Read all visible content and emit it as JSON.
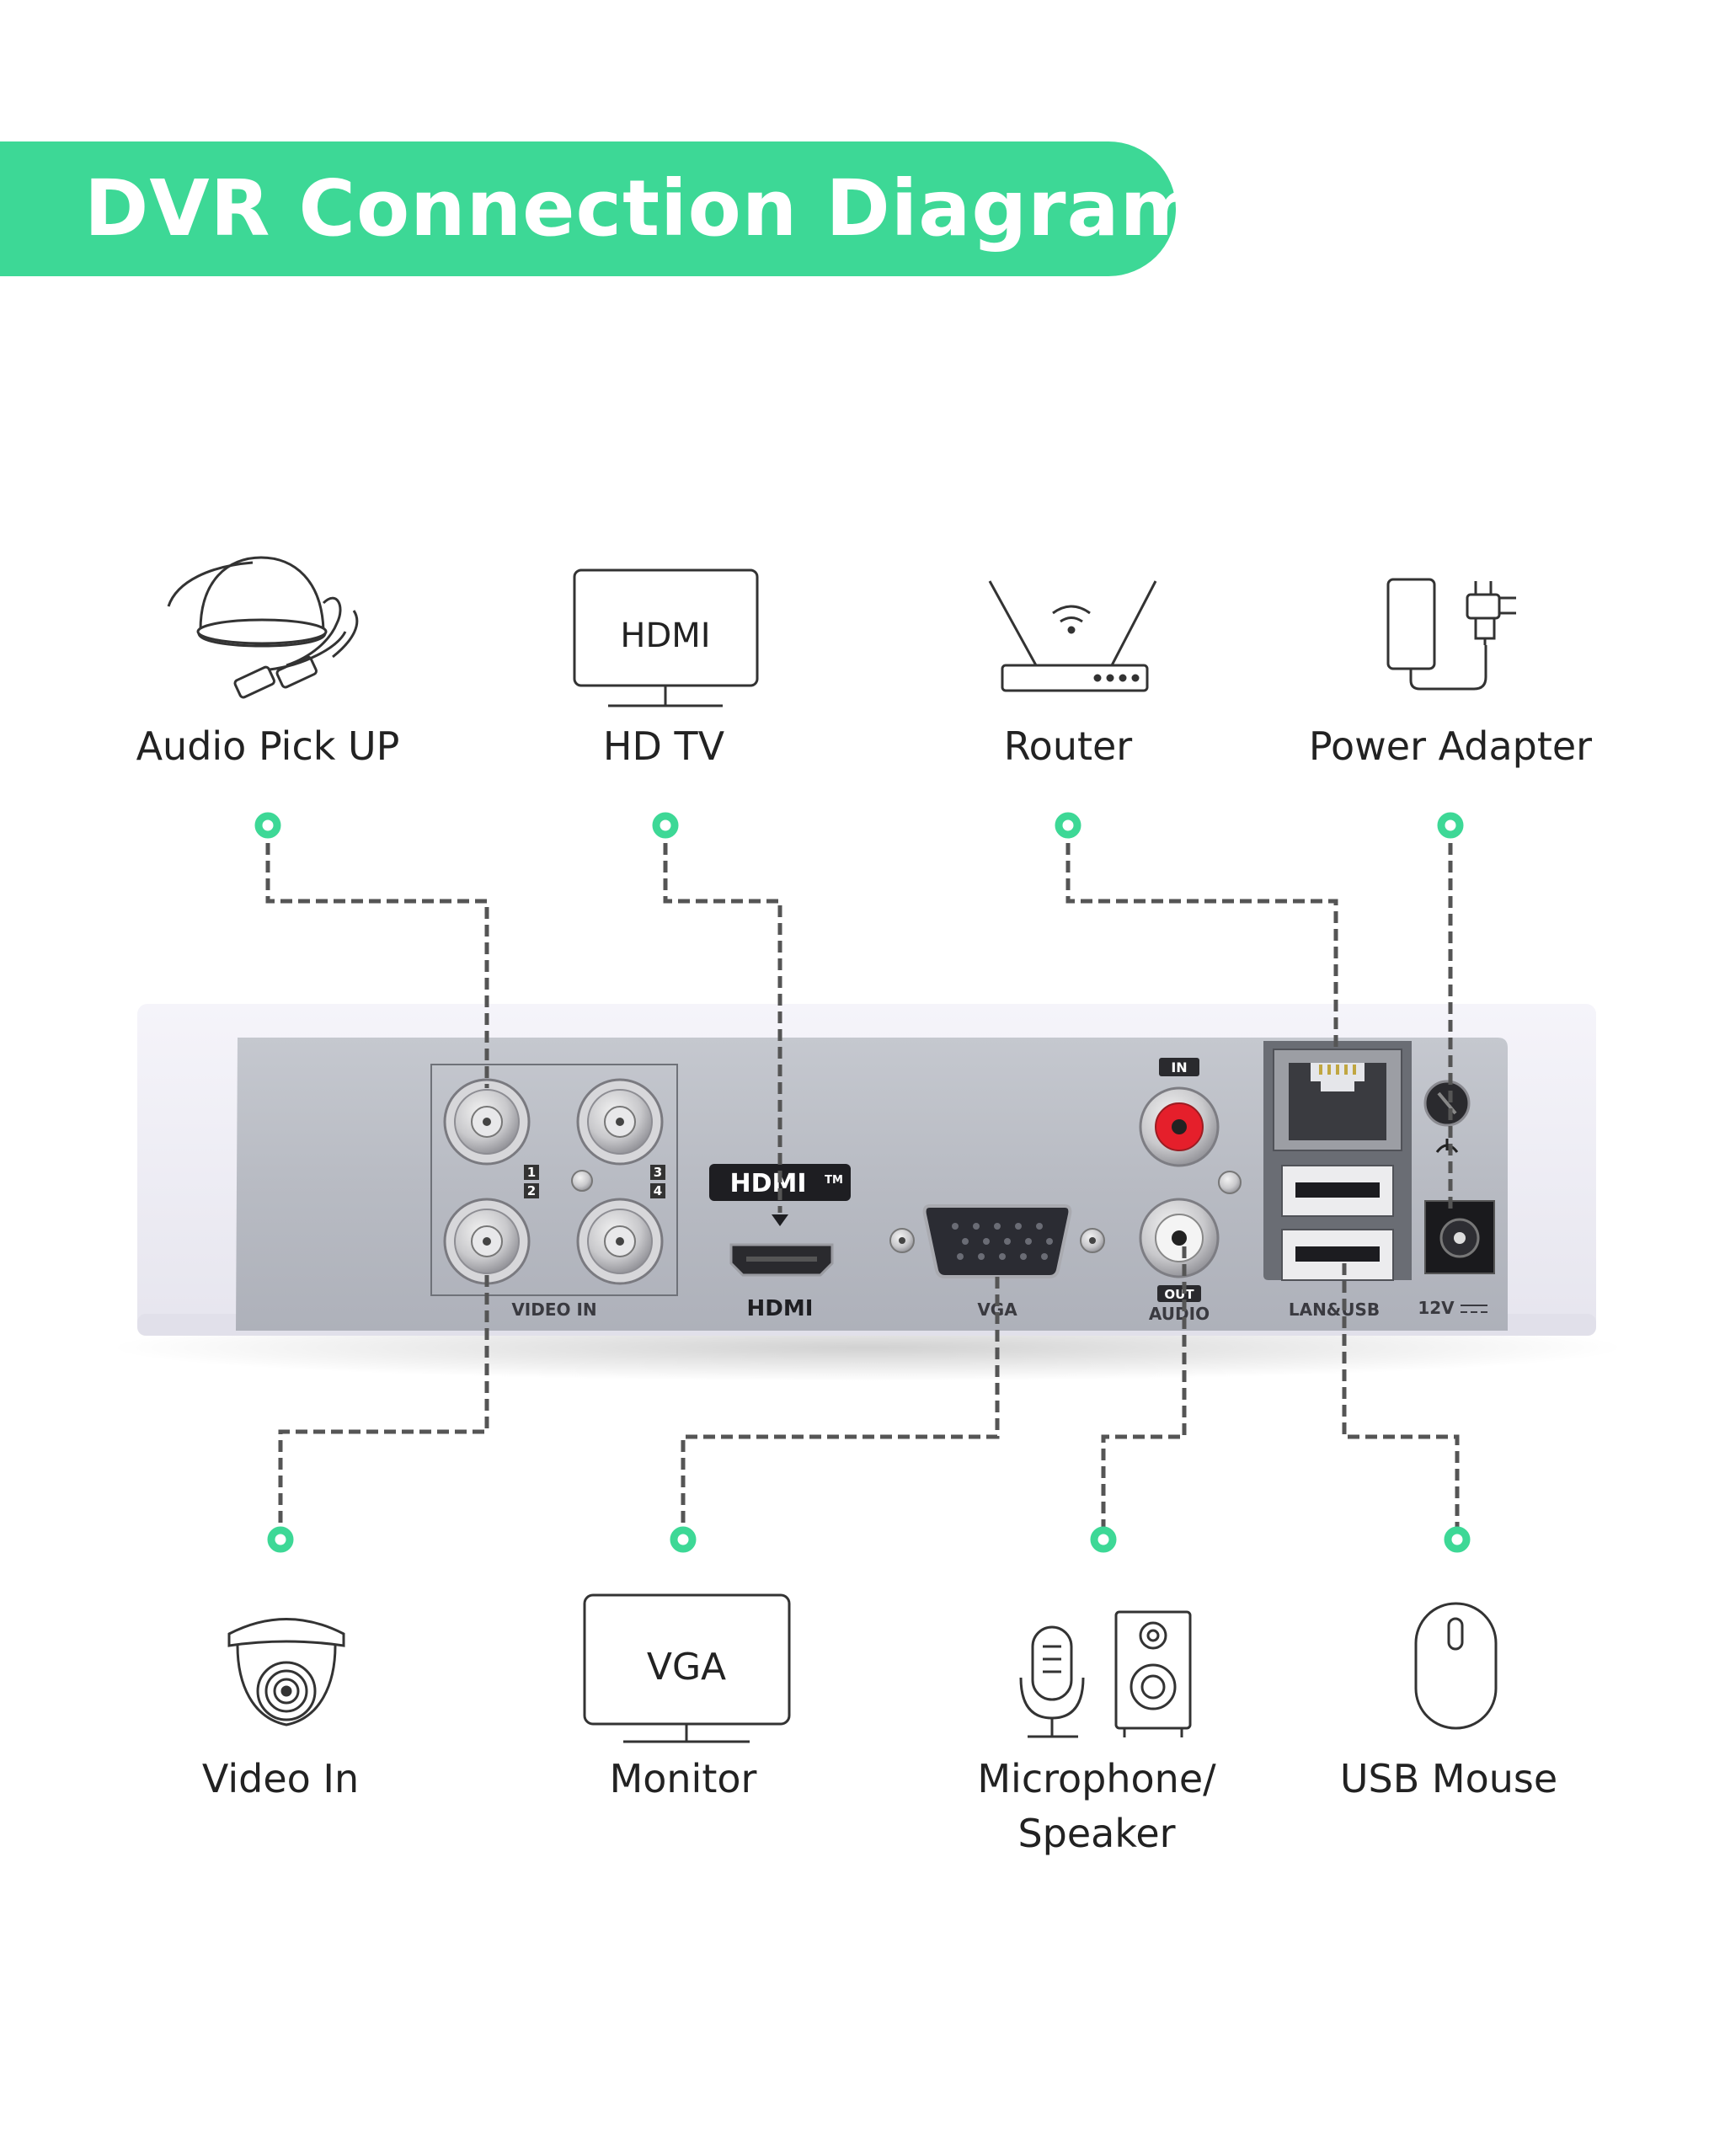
{
  "title": "DVR Connection Diagram",
  "devices_top": [
    {
      "id": "audio-pickup",
      "label": "Audio Pick UP",
      "icon": "dome-audio-pickup-icon"
    },
    {
      "id": "hd-tv",
      "label": "HD TV",
      "icon": "tv-icon",
      "screen_text": "HDMI"
    },
    {
      "id": "router",
      "label": "Router",
      "icon": "router-icon"
    },
    {
      "id": "power-adapter",
      "label": "Power Adapter",
      "icon": "power-adapter-icon"
    }
  ],
  "devices_bottom": [
    {
      "id": "video-in",
      "label": "Video In",
      "icon": "dome-camera-icon"
    },
    {
      "id": "monitor",
      "label": "Monitor",
      "icon": "monitor-icon",
      "screen_text": "VGA"
    },
    {
      "id": "mic-speaker",
      "label_line1": "Microphone/",
      "label_line2": "Speaker",
      "icon": "microphone-speaker-icon"
    },
    {
      "id": "usb-mouse",
      "label": "USB Mouse",
      "icon": "mouse-icon"
    }
  ],
  "dvr_panel": {
    "video_in_label": "VIDEO IN",
    "channel_numbers": [
      "1",
      "2",
      "3",
      "4"
    ],
    "hdmi_logo_top": "HDMI",
    "hdmi_tm": "TM",
    "hdmi_logo_bottom": "HDMI",
    "vga_label": "VGA",
    "audio_in_label": "IN",
    "audio_out_label": "OUT",
    "audio_label": "AUDIO",
    "lan_usb_label": "LAN&USB",
    "power_label": "12V"
  },
  "colors": {
    "accent": "#3dd896",
    "connector_line": "#555555",
    "panel_metal": "#b9bcc4",
    "dvr_body": "#f1f0f6"
  }
}
